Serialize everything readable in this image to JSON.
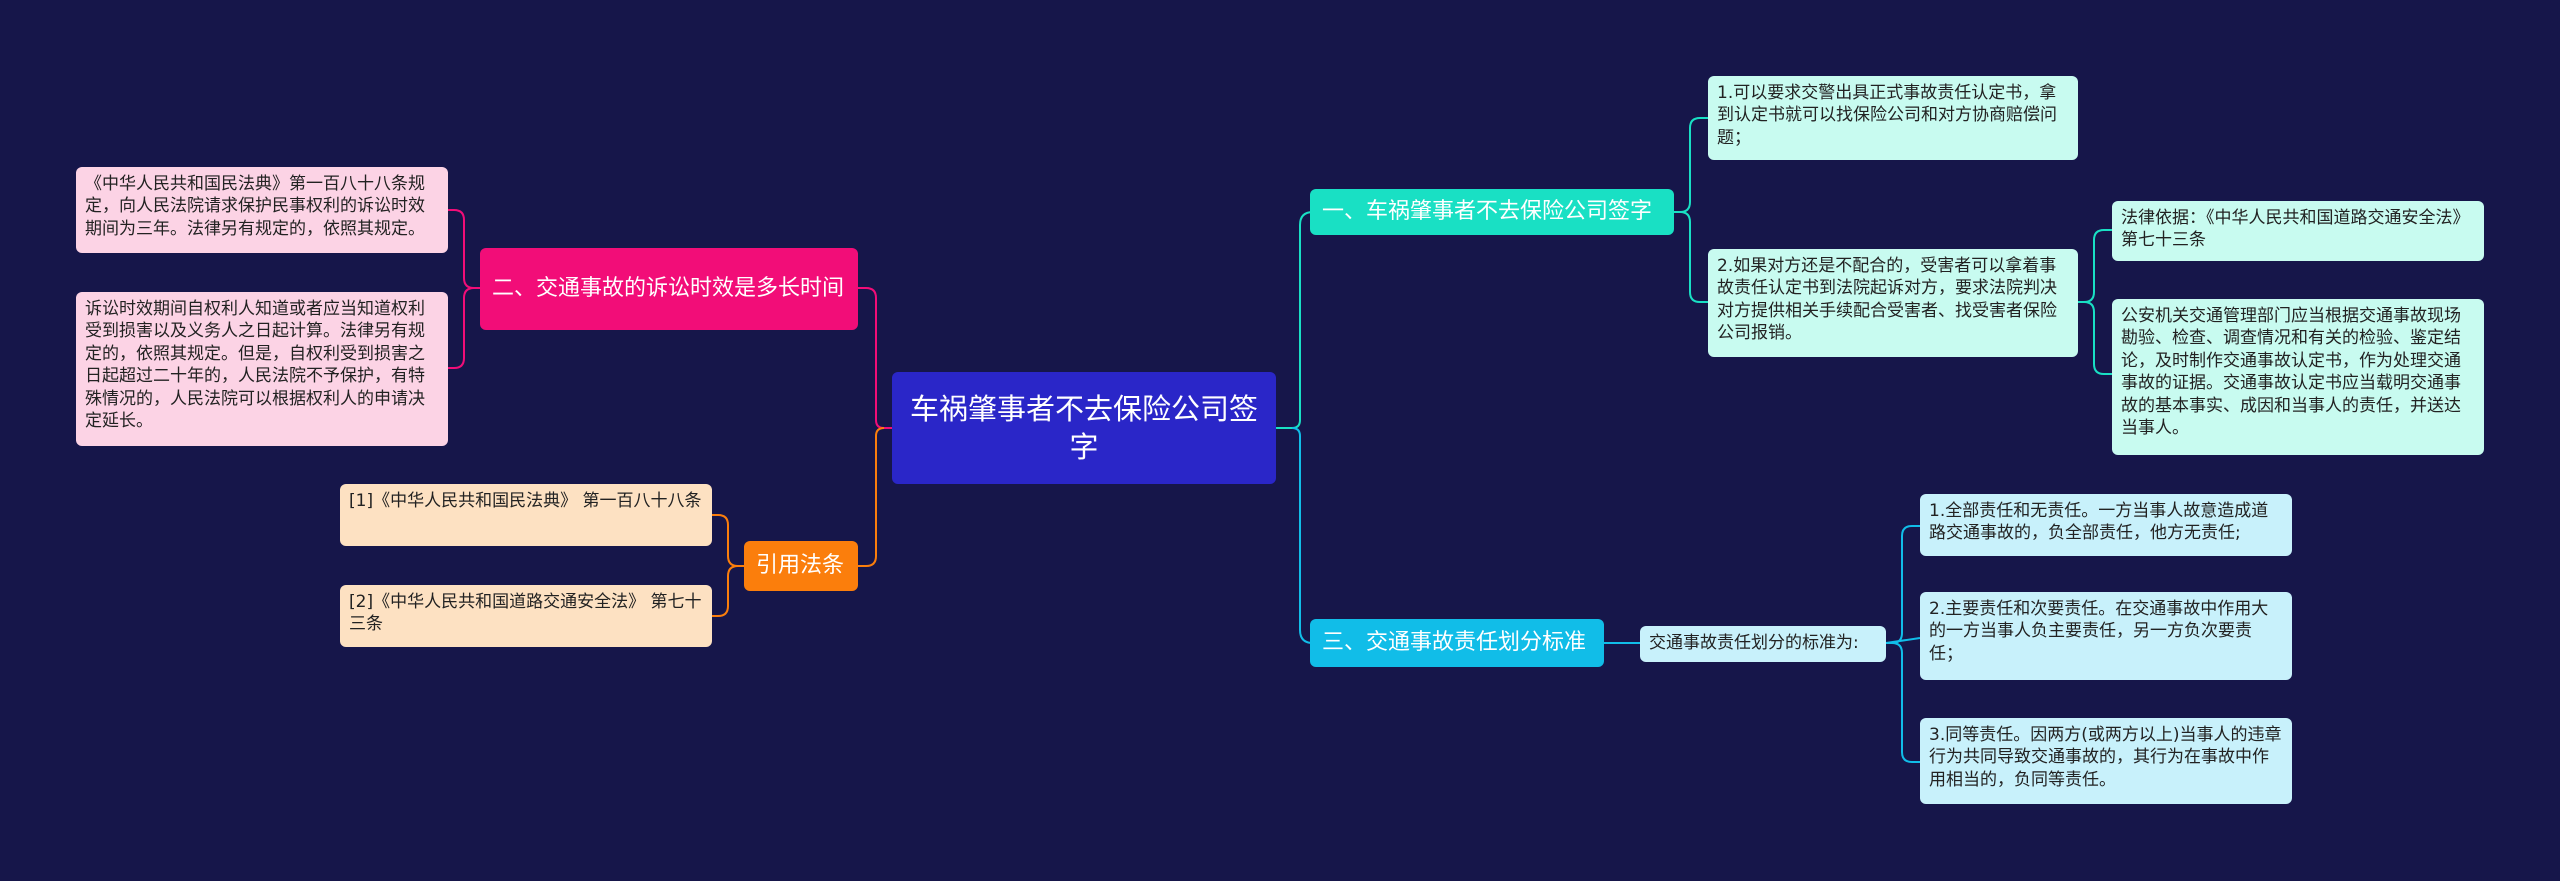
{
  "colors": {
    "background": "#16164a",
    "root": "#2a26c8",
    "teal": "#19e0c4",
    "teal_leaf": "#c8fbf0",
    "cyan": "#11bde8",
    "cyan_leaf": "#c8f1fb",
    "pink": "#f20d78",
    "pink_leaf": "#fcd3e5",
    "orange": "#fb7e0c",
    "orange_leaf": "#fde1c2"
  },
  "root": {
    "label": "车祸肇事者不去保险公司签字"
  },
  "branches": {
    "b1": {
      "label": "一、车祸肇事者不去保险公司签字",
      "item1": "1.可以要求交警出具正式事故责任认定书，拿到认定书就可以找保险公司和对方协商赔偿问题；",
      "item2": "2.如果对方还是不配合的，受害者可以拿着事故责任认定书到法院起诉对方，要求法院判决对方提供相关手续配合受害者、找受害者保险公司报销。",
      "item2_sub1": "法律依据：《中华人民共和国道路交通安全法》第七十三条",
      "item2_sub2": "公安机关交通管理部门应当根据交通事故现场勘验、检查、调查情况和有关的检验、鉴定结论，及时制作交通事故认定书，作为处理交通事故的证据。交通事故认定书应当载明交通事故的基本事实、成因和当事人的责任，并送达当事人。"
    },
    "b3": {
      "label": "三、交通事故责任划分标准",
      "mid": "交通事故责任划分的标准为:",
      "item1": "1.全部责任和无责任。一方当事人故意造成道路交通事故的，负全部责任，他方无责任;",
      "item2": "2.主要责任和次要责任。在交通事故中作用大的一方当事人负主要责任，另一方负次要责任；",
      "item3": "3.同等责任。因两方(或两方以上)当事人的违章行为共同导致交通事故的，其行为在事故中作用相当的，负同等责任。"
    },
    "b2": {
      "label": "二、交通事故的诉讼时效是多长时间",
      "item1": "《中华人民共和国民法典》第一百八十八条规定，向人民法院请求保护民事权利的诉讼时效期间为三年。法律另有规定的，依照其规定。",
      "item2": "诉讼时效期间自权利人知道或者应当知道权利受到损害以及义务人之日起计算。法律另有规定的，依照其规定。但是，自权利受到损害之日起超过二十年的，人民法院不予保护，有特殊情况的，人民法院可以根据权利人的申请决定延长。"
    },
    "b4": {
      "label": "引用法条",
      "item1": "[1]《中华人民共和国民法典》 第一百八十八条",
      "item2": "[2]《中华人民共和国道路交通安全法》 第七十三条"
    }
  }
}
